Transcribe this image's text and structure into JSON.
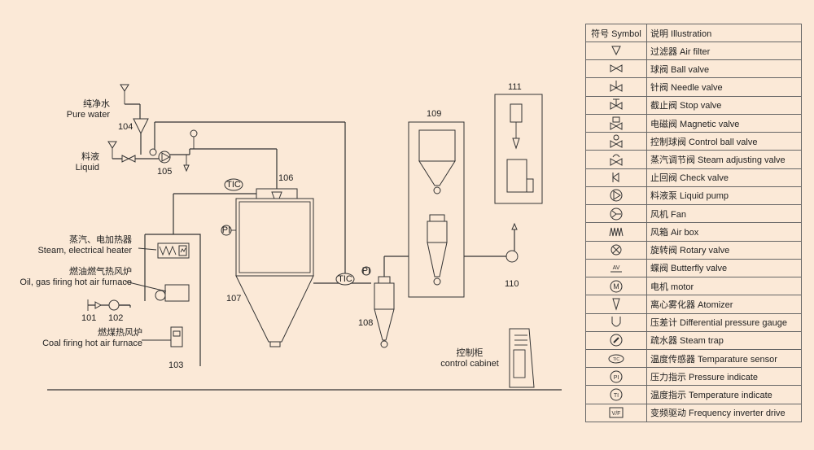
{
  "diagram": {
    "labels": {
      "pure_water": "纯净水\nPure water",
      "liquid": "料液\nLiquid",
      "steam_heater": "蒸汽、电加热器\nSteam, electrical heater",
      "oil_gas_furnace": "燃油燃气热风炉\nOil, gas firing hot air furnace",
      "coal_furnace": "燃煤热风炉\nCoal firing hot air furnace",
      "control_cabinet": "控制柜\ncontrol cabinet"
    },
    "numbers": {
      "n101": "101",
      "n102": "102",
      "n103": "103",
      "n104": "104",
      "n105": "105",
      "n106": "106",
      "n107": "107",
      "n108": "108",
      "n109": "109",
      "n110": "110",
      "n111": "111"
    },
    "gauges": {
      "tic": "TIC",
      "pi": "PI"
    }
  },
  "legend": {
    "header_symbol": "符号 Symbol",
    "header_illustration": "说明 Illustration",
    "items": [
      {
        "icon": "air-filter-icon",
        "text": "过滤器 Air filter"
      },
      {
        "icon": "ball-valve-icon",
        "text": "球阀 Ball valve"
      },
      {
        "icon": "needle-valve-icon",
        "text": "针阀 Needle valve"
      },
      {
        "icon": "stop-valve-icon",
        "text": "截止阀 Stop valve"
      },
      {
        "icon": "magnetic-valve-icon",
        "text": "电磁阀 Magnetic valve"
      },
      {
        "icon": "control-ball-valve-icon",
        "text": "控制球阀 Control ball valve"
      },
      {
        "icon": "steam-adjusting-valve-icon",
        "text": "蒸汽调节阀 Steam adjusting valve"
      },
      {
        "icon": "check-valve-icon",
        "text": "止回阀 Check valve"
      },
      {
        "icon": "liquid-pump-icon",
        "text": "料液泵 Liquid pump"
      },
      {
        "icon": "fan-icon",
        "text": "风机 Fan"
      },
      {
        "icon": "air-box-icon",
        "text": "风箱 Air box"
      },
      {
        "icon": "rotary-valve-icon",
        "text": "旋转阀 Rotary valve"
      },
      {
        "icon": "butterfly-valve-icon",
        "text": "蝶阀 Butterfly valve"
      },
      {
        "icon": "motor-icon",
        "text": "电机 motor"
      },
      {
        "icon": "atomizer-icon",
        "text": "离心雾化器 Atomizer"
      },
      {
        "icon": "differential-pressure-gauge-icon",
        "text": "压差计 Differential pressure gauge"
      },
      {
        "icon": "steam-trap-icon",
        "text": "疏水器 Steam trap"
      },
      {
        "icon": "temperature-sensor-icon",
        "text": "温度传感器 Temparature sensor"
      },
      {
        "icon": "pressure-indicate-icon",
        "text": "压力指示 Pressure indicate"
      },
      {
        "icon": "temperature-indicate-icon",
        "text": "温度指示 Temperature indicate"
      },
      {
        "icon": "frequency-inverter-icon",
        "text": "变频驱动 Frequency inverter drive"
      }
    ],
    "glyphs": {
      "motor": "M",
      "sensor": "TIC",
      "pressure": "PI",
      "temperature": "TI",
      "inverter": "V/F",
      "butterfly": "AV"
    }
  }
}
